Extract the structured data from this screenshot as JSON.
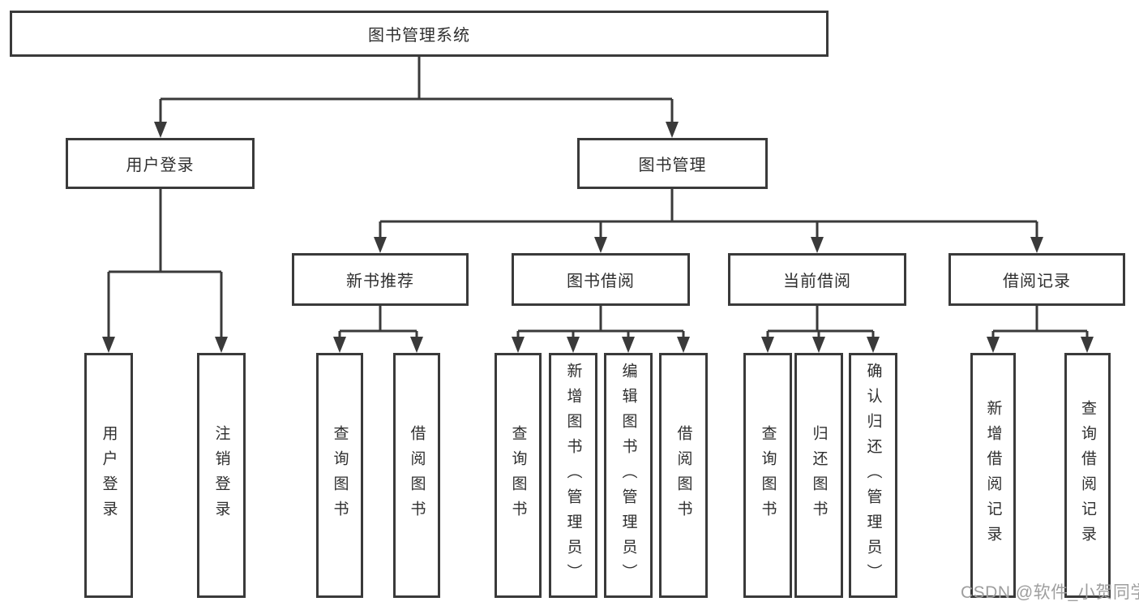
{
  "diagram": {
    "title": "图书管理系统",
    "colors": {
      "line": "#3a3a3a",
      "box_border": "#3a3a3a",
      "text": "#2f2f2f",
      "watermark_text": "#9e9e9e",
      "background": "#ffffff"
    },
    "root": {
      "label": "图书管理系统"
    },
    "branches": [
      {
        "label": "用户登录",
        "leaves": [
          "用户登录",
          "注销登录"
        ]
      },
      {
        "label": "图书管理",
        "sections": [
          {
            "label": "新书推荐",
            "leaves": [
              "查询图书",
              "借阅图书"
            ]
          },
          {
            "label": "图书借阅",
            "leaves": [
              "查询图书",
              "新增图书（管理员）",
              "编辑图书（管理员）",
              "借阅图书"
            ]
          },
          {
            "label": "当前借阅",
            "leaves": [
              "查询图书",
              "归还图书",
              "确认归还（管理员）"
            ]
          },
          {
            "label": "借阅记录",
            "leaves": [
              "新增借阅记录",
              "查询借阅记录"
            ]
          }
        ]
      }
    ],
    "watermark": "CSDN @软件_小贺同学"
  }
}
